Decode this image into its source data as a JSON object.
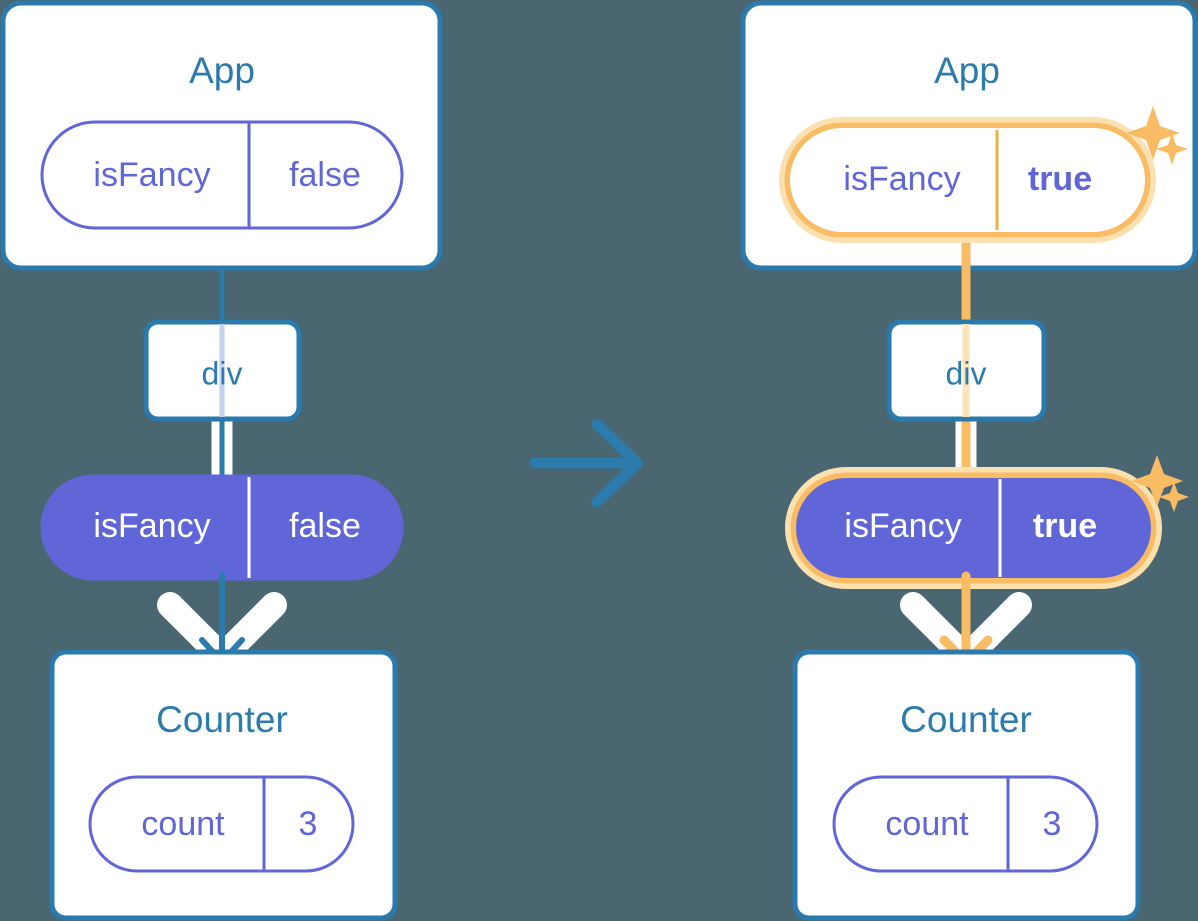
{
  "background_color": "#4a6670",
  "colors": {
    "box_border": "#2b7bad",
    "box_title_text": "#2b7bad",
    "pill_purple": "#6065d8",
    "highlight_orange": "#f8bc64",
    "highlight_glow": "#fbe0b0",
    "white": "#ffffff"
  },
  "diagram": {
    "title_icon": "react-state-propagation-diagram",
    "transition_icon": "arrow-right-icon"
  },
  "before": {
    "label": "before-state",
    "app": {
      "title": "App",
      "state": {
        "name": "isFancy",
        "value": "false",
        "highlighted": false
      }
    },
    "div": {
      "title": "div"
    },
    "prop": {
      "name": "isFancy",
      "value": "false",
      "highlighted": false
    },
    "counter": {
      "title": "Counter",
      "state": {
        "name": "count",
        "value": "3",
        "highlighted": false
      }
    }
  },
  "after": {
    "label": "after-state",
    "app": {
      "title": "App",
      "state": {
        "name": "isFancy",
        "value": "true",
        "highlighted": true
      }
    },
    "div": {
      "title": "div"
    },
    "prop": {
      "name": "isFancy",
      "value": "true",
      "highlighted": true
    },
    "counter": {
      "title": "Counter",
      "state": {
        "name": "count",
        "value": "3",
        "highlighted": false
      }
    },
    "sparkles": [
      "sparkle-large-icon",
      "sparkle-small-icon"
    ]
  }
}
